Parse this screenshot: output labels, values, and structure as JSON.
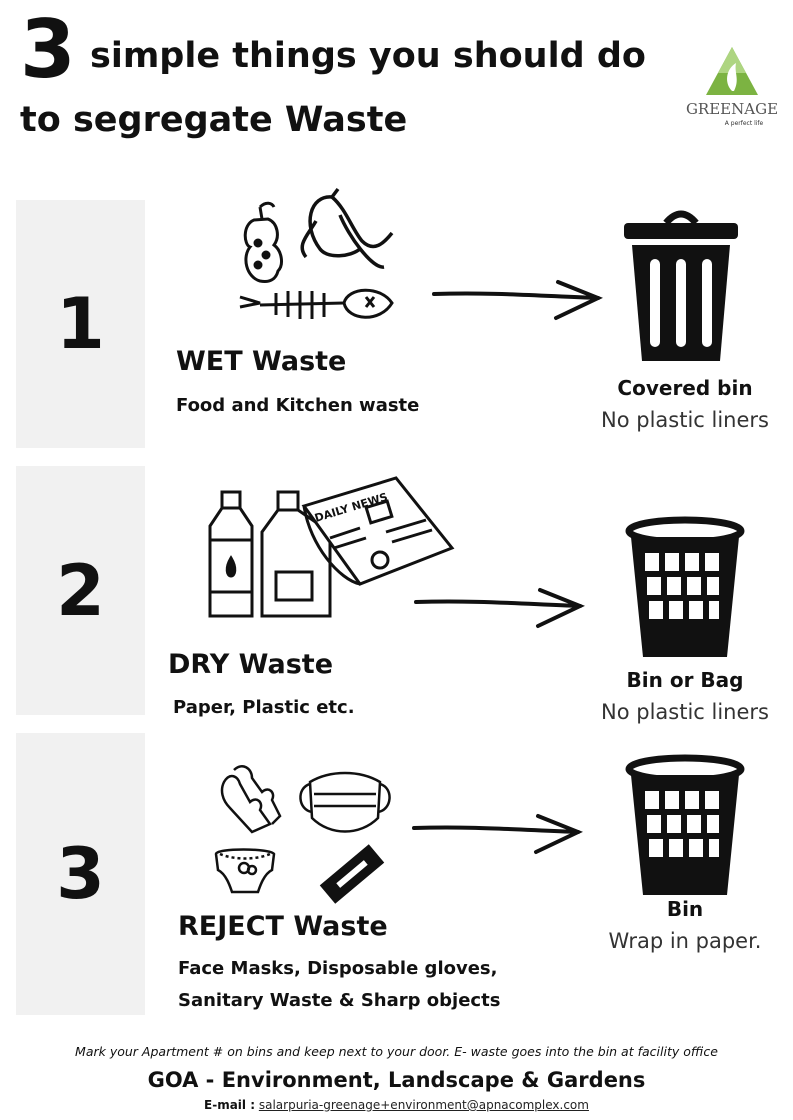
{
  "header": {
    "number": "3",
    "title_line1": "simple things you should do",
    "title_line2": "to segregate Waste"
  },
  "logo": {
    "name": "GREENAGE",
    "tagline": "A perfect life"
  },
  "steps": [
    {
      "number": "1",
      "title": "WET Waste",
      "description": [
        "Food and Kitchen waste"
      ],
      "bin_title": "Covered bin",
      "bin_note": "No plastic liners",
      "illustration_icons": [
        "apple-core-icon",
        "banana-peel-icon",
        "fish-bone-icon"
      ],
      "bin_icon": "covered-bin-icon"
    },
    {
      "number": "2",
      "title": "DRY Waste",
      "description": [
        "Paper, Plastic etc."
      ],
      "bin_title": "Bin or Bag",
      "bin_note": "No plastic liners",
      "illustration_icons": [
        "plastic-bottle-icon",
        "detergent-bottle-icon",
        "newspaper-icon"
      ],
      "newspaper_text": "DAILY NEWS",
      "bin_icon": "basket-bin-icon"
    },
    {
      "number": "3",
      "title": "REJECT Waste",
      "description": [
        "Face Masks, Disposable gloves,",
        "Sanitary Waste & Sharp objects"
      ],
      "bin_title": "Bin",
      "bin_note": "Wrap in paper.",
      "illustration_icons": [
        "gloves-icon",
        "face-mask-icon",
        "diaper-icon",
        "razor-blade-icon"
      ],
      "bin_icon": "basket-bin-icon"
    }
  ],
  "footer": {
    "note": "Mark your Apartment # on bins and keep next to your door. E- waste goes into the bin at facility office",
    "organization": "GOA - Environment, Landscape & Gardens",
    "email_label": "E-mail :",
    "email": "salarpuria-greenage+environment@apnacomplex.com"
  },
  "colors": {
    "background": "#ffffff",
    "number_panel": "#f1f1f1",
    "logo_green": "#7cb342",
    "text": "#111111"
  }
}
